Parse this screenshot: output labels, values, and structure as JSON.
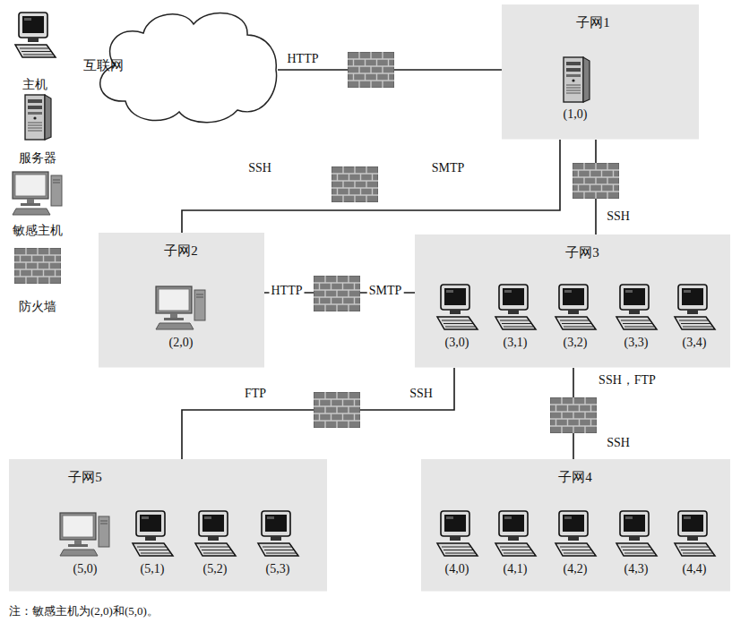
{
  "diagram": {
    "nodes": [
      {
        "text": [
          "互联网"
        ]
      },
      {
        "text": [
          "子网1"
        ]
      },
      {
        "text": [
          "(1,0)"
        ],
        "in": 1
      },
      {
        "text": [
          "子网2"
        ]
      },
      {
        "text": [
          "(2,0)"
        ],
        "in": 3
      },
      {
        "text": [
          "子网3"
        ]
      },
      {
        "text": [
          "(3,0)"
        ],
        "in": 5
      },
      {
        "text": [
          "(3,1)"
        ],
        "in": 5
      },
      {
        "text": [
          "(3,2)"
        ],
        "in": 5
      },
      {
        "text": [
          "(3,3)"
        ],
        "in": 5
      },
      {
        "text": [
          "(3,4)"
        ],
        "in": 5
      },
      {
        "text": [
          "子网5"
        ]
      },
      {
        "text": [
          "(5,0)"
        ],
        "in": 11
      },
      {
        "text": [
          "(5,1)"
        ],
        "in": 11
      },
      {
        "text": [
          "(5,2)"
        ],
        "in": 11
      },
      {
        "text": [
          "(5,3)"
        ],
        "in": 11
      },
      {
        "text": [
          "子网4"
        ]
      },
      {
        "text": [
          "(4,0)"
        ],
        "in": 16
      },
      {
        "text": [
          "(4,1)"
        ],
        "in": 16
      },
      {
        "text": [
          "(4,2)"
        ],
        "in": 16
      },
      {
        "text": [
          "(4,3)"
        ],
        "in": 16
      },
      {
        "text": [
          "(4,4)"
        ],
        "in": 16
      }
    ],
    "edges": [
      {
        "from": 0,
        "to": 1,
        "arrow": "none",
        "label": "HTTP"
      },
      {
        "from": 1,
        "to": 3,
        "arrow": "none",
        "label": "SSH"
      },
      {
        "from": 1,
        "to": 5,
        "arrow": "none",
        "label": "SSH"
      },
      {
        "from": 3,
        "to": 5,
        "arrow": "none",
        "label": "HTTP"
      },
      {
        "from": 5,
        "to": 11,
        "arrow": "none",
        "label": "SSH"
      },
      {
        "from": 5,
        "to": 16,
        "arrow": "none",
        "label": "SSH，FTP"
      }
    ],
    "labels": [
      "SMTP",
      "SMTP",
      "FTP",
      "SSH",
      "注：敏感主机为(2,0)和(5,0)。"
    ],
    "legend": [
      {
        "text": "主机"
      },
      {
        "text": "服务器"
      },
      {
        "text": "敏感主机"
      },
      {
        "text": "防火墙"
      }
    ]
  }
}
